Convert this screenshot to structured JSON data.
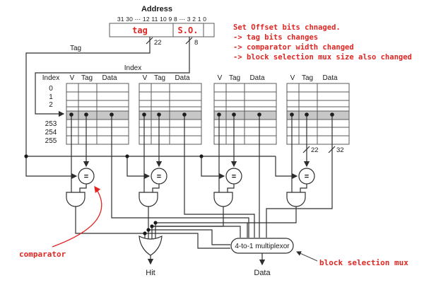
{
  "address": {
    "title": "Address",
    "bits": "31 30 ⋯ 12 11 10 9 8 ⋯ 3 2 1 0",
    "tag_field": "tag",
    "offset_field": "S.O.",
    "tag_width": "22",
    "offset_width": "8"
  },
  "wires": {
    "tag_label": "Tag",
    "index_label": "Index"
  },
  "cache": {
    "index_header": "Index",
    "row_labels": [
      "0",
      "1",
      "2",
      "253",
      "254",
      "255"
    ],
    "ways": [
      {
        "headers": [
          "V",
          "Tag",
          "Data"
        ]
      },
      {
        "headers": [
          "V",
          "Tag",
          "Data"
        ]
      },
      {
        "headers": [
          "V",
          "Tag",
          "Data"
        ]
      },
      {
        "headers": [
          "V",
          "Tag",
          "Data"
        ]
      }
    ],
    "way4_tag_width": "22",
    "way4_data_width": "32"
  },
  "gates": {
    "comparator_symbol": "=",
    "mux_label": "4-to-1 multiplexor"
  },
  "outputs": {
    "hit": "Hit",
    "data": "Data"
  },
  "annotations": {
    "line1": "Set Offset bits chnaged.",
    "line2": "-> tag bits changes",
    "line3": "-> comparator width changed",
    "line4": "-> block selection mux size also changed",
    "comparator_label": "comparator",
    "mux_label": "block selection mux"
  },
  "colors": {
    "annotation_red": "#e02622",
    "highlight_row": "#c7c7c7",
    "wire": "#2e2e2e"
  }
}
